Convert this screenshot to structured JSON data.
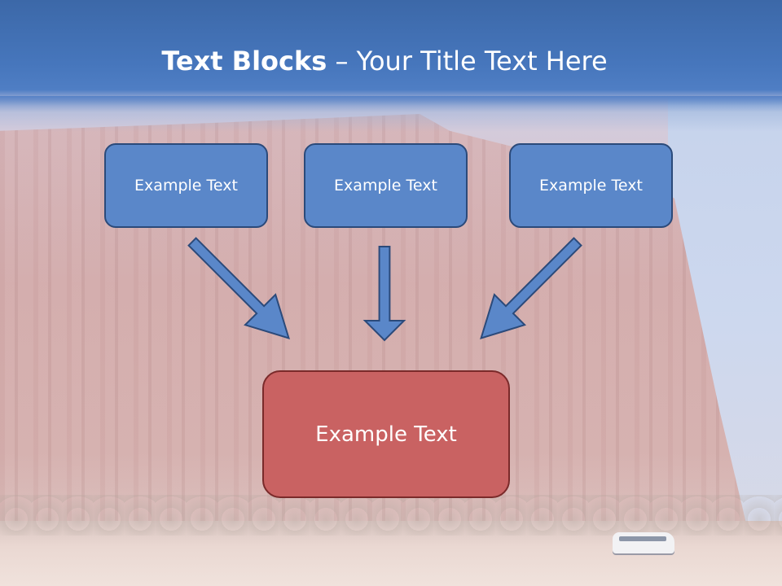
{
  "title": {
    "bold": "Text Blocks",
    "separator": " – ",
    "rest": "Your Title Text Here"
  },
  "boxes": [
    {
      "label": "Example Text"
    },
    {
      "label": "Example Text"
    },
    {
      "label": "Example Text"
    }
  ],
  "result_box": {
    "label": "Example Text"
  },
  "colors": {
    "header": "#4676bc",
    "box_fill": "#5a87c9",
    "box_border": "#2b4a7a",
    "result_fill": "#c96262",
    "result_border": "#7a2a2a",
    "arrow_fill": "#5a87c9"
  }
}
